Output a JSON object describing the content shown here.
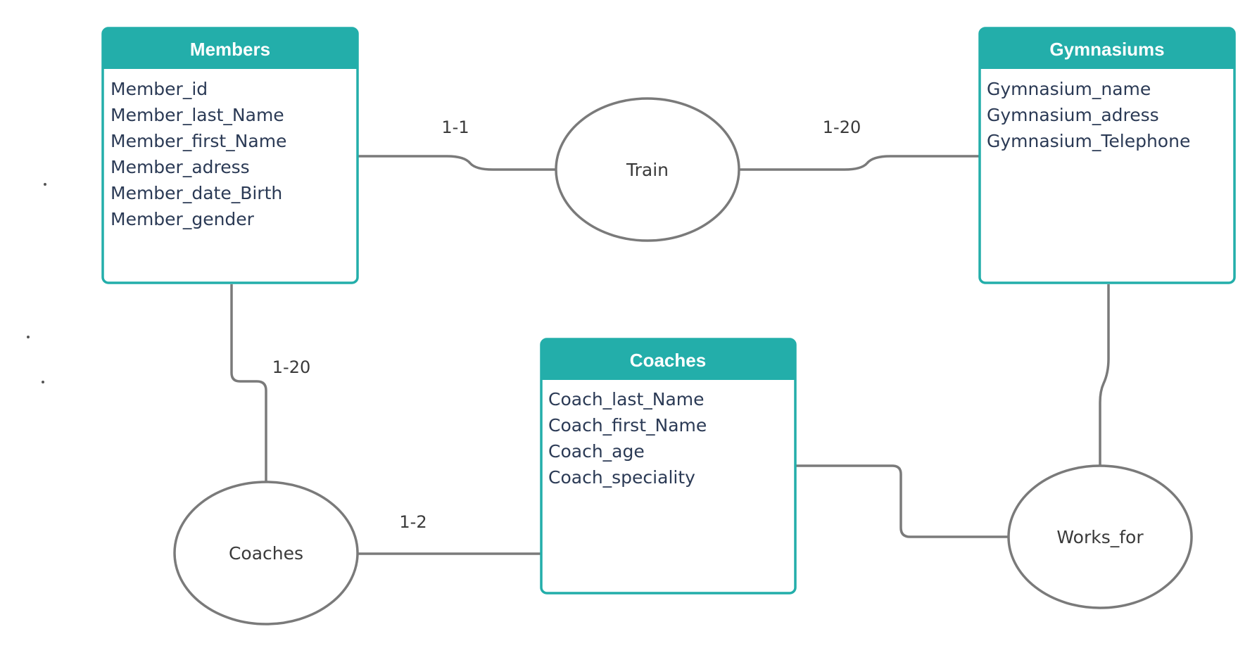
{
  "colors": {
    "entity_header": "#23aeaa",
    "entity_border": "#23aeaa",
    "connector": "#7a7a7a",
    "attribute_text": "#2b3a55"
  },
  "entities": {
    "members": {
      "title": "Members",
      "attributes": [
        "Member_id",
        "Member_last_Name",
        "Member_first_Name",
        "Member_adress",
        "Member_date_Birth",
        "Member_gender"
      ]
    },
    "gymnasiums": {
      "title": "Gymnasiums",
      "attributes": [
        "Gymnasium_name",
        "Gymnasium_adress",
        "Gymnasium_Telephone"
      ]
    },
    "coaches": {
      "title": "Coaches",
      "attributes": [
        "Coach_last_Name",
        "Coach_first_Name",
        "Coach_age",
        "Coach_speciality"
      ]
    }
  },
  "relationships": {
    "train": {
      "label": "Train"
    },
    "coaches": {
      "label": "Coaches"
    },
    "works_for": {
      "label": "Works_for"
    }
  },
  "cardinalities": {
    "members_train": "1-1",
    "train_gymnasiums": "1-20",
    "members_coaches": "1-20",
    "coaches_coaches": "1-2"
  }
}
